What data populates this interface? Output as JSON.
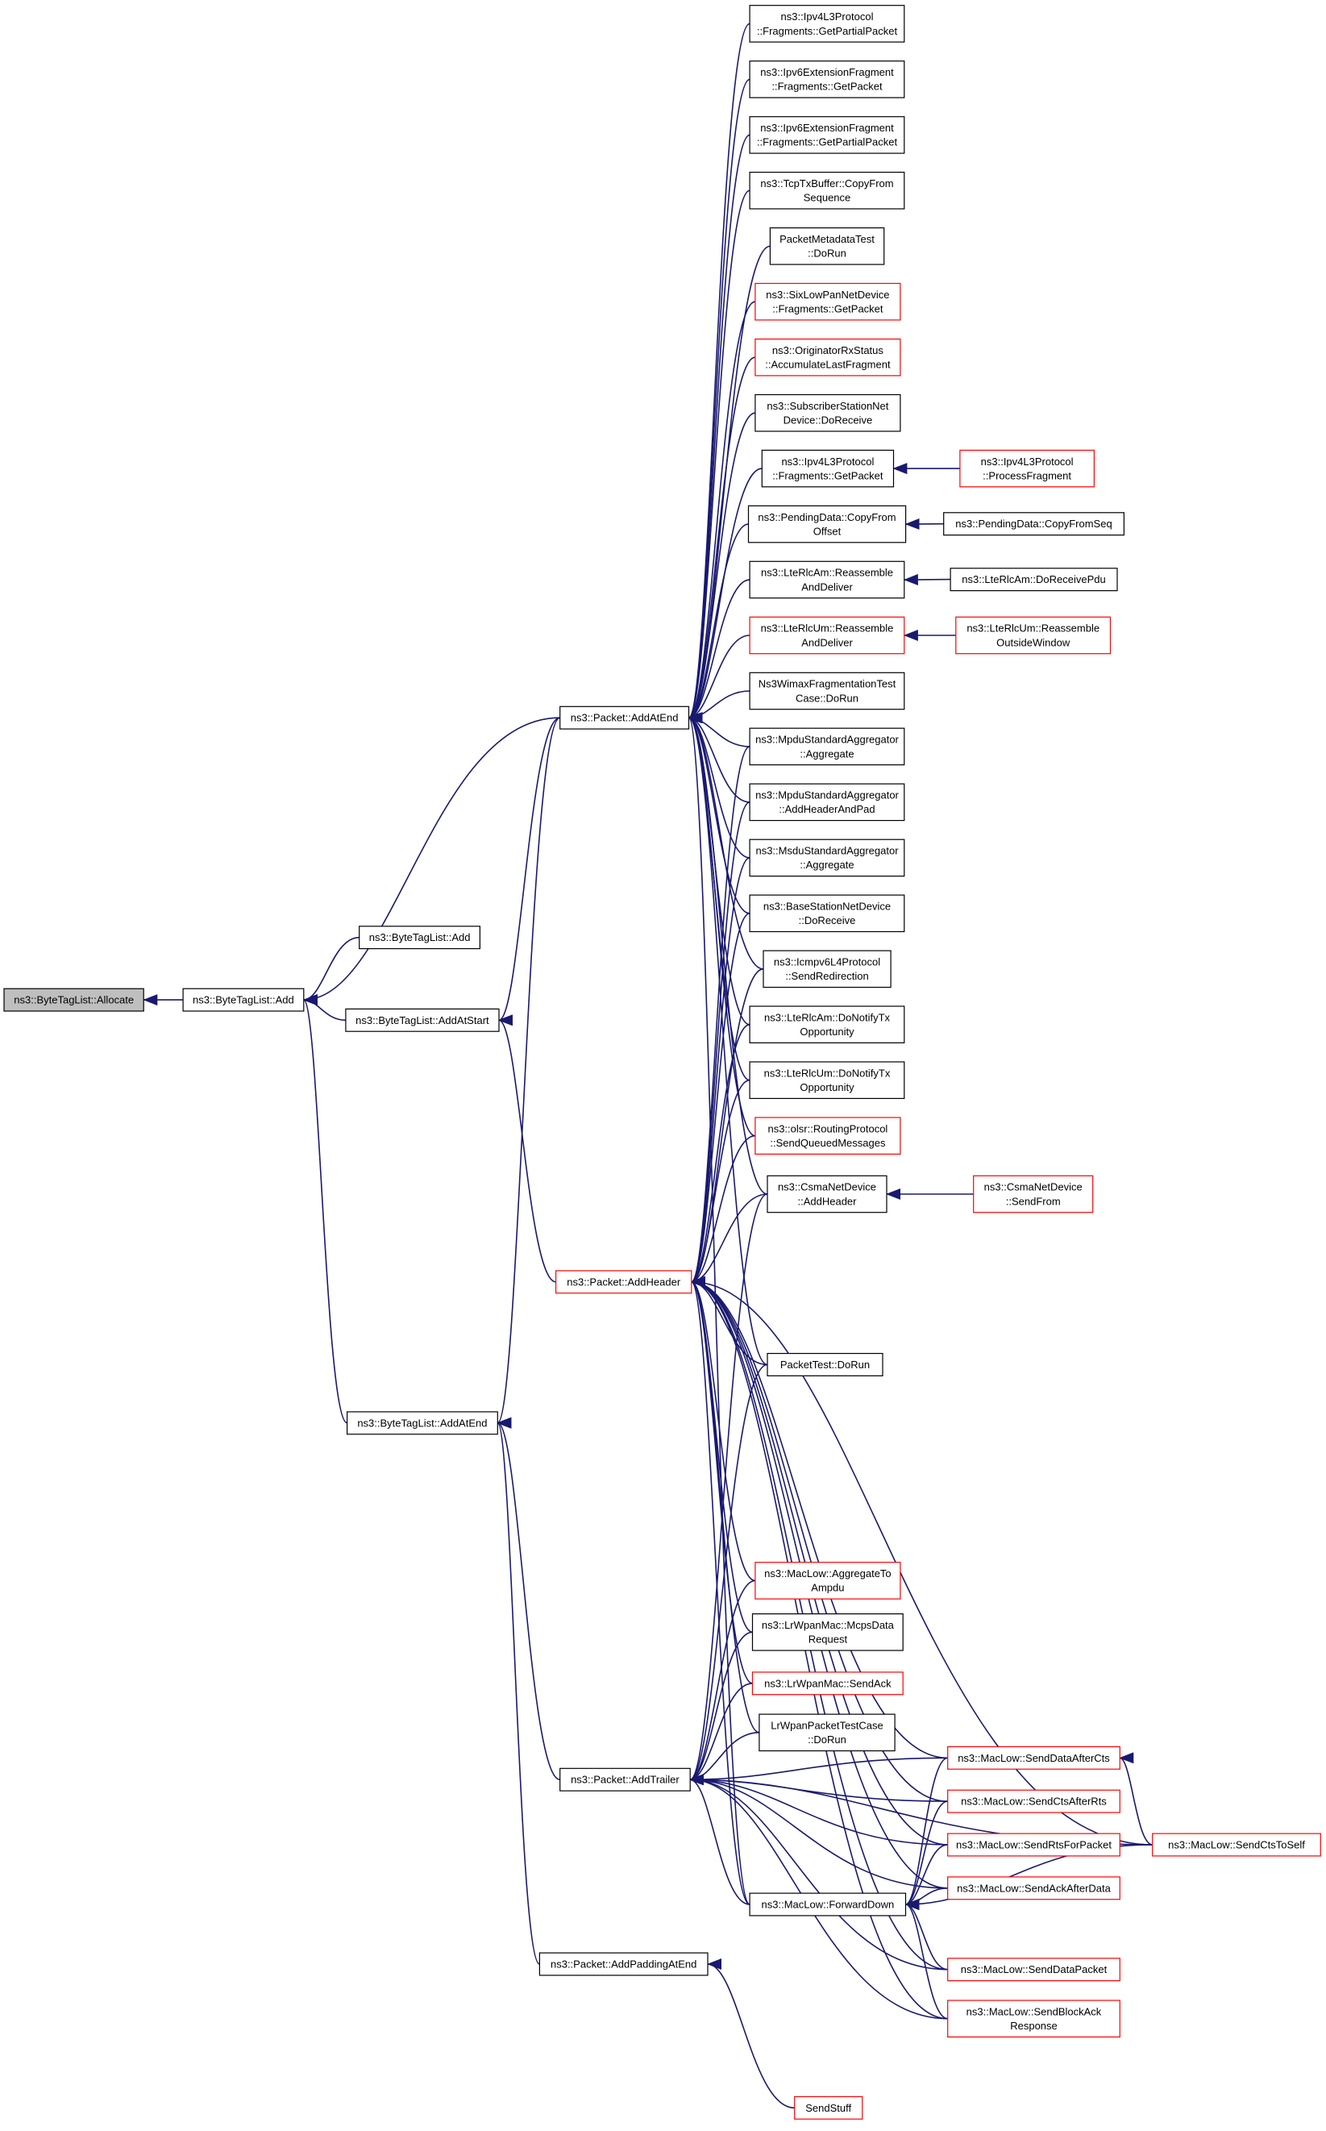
{
  "colors": {
    "edge": "#191970",
    "border_normal": "#000000",
    "border_truncated": "#ff0000",
    "fill_focus": "#bfbfbf",
    "fill_node": "#ffffff"
  },
  "nodes": {
    "allocate": {
      "lines": [
        "ns3::ByteTagList::Allocate"
      ],
      "style": "focus"
    },
    "btl_add": {
      "lines": [
        "ns3::ByteTagList::Add"
      ],
      "style": "normal"
    },
    "btl_add2": {
      "lines": [
        "ns3::ByteTagList::Add"
      ],
      "style": "normal"
    },
    "btl_addatstart": {
      "lines": [
        "ns3::ByteTagList::AddAtStart"
      ],
      "style": "normal"
    },
    "btl_addatend": {
      "lines": [
        "ns3::ByteTagList::AddAtEnd"
      ],
      "style": "normal"
    },
    "pkt_addatend": {
      "lines": [
        "ns3::Packet::AddAtEnd"
      ],
      "style": "normal"
    },
    "pkt_addheader": {
      "lines": [
        "ns3::Packet::AddHeader"
      ],
      "style": "truncated"
    },
    "pkt_addtrailer": {
      "lines": [
        "ns3::Packet::AddTrailer"
      ],
      "style": "normal"
    },
    "pkt_addpadding": {
      "lines": [
        "ns3::Packet::AddPaddingAtEnd"
      ],
      "style": "normal"
    },
    "ipv4_frag_getpartial": {
      "lines": [
        "ns3::Ipv4L3Protocol",
        "::Fragments::GetPartialPacket"
      ],
      "style": "normal"
    },
    "ipv6_frag_get": {
      "lines": [
        "ns3::Ipv6ExtensionFragment",
        "::Fragments::GetPacket"
      ],
      "style": "normal"
    },
    "ipv6_frag_getpartial": {
      "lines": [
        "ns3::Ipv6ExtensionFragment",
        "::Fragments::GetPartialPacket"
      ],
      "style": "normal"
    },
    "tcptx_copyfrom": {
      "lines": [
        "ns3::TcpTxBuffer::CopyFrom",
        "Sequence"
      ],
      "style": "normal"
    },
    "pktmeta_dorun": {
      "lines": [
        "PacketMetadataTest",
        "::DoRun"
      ],
      "style": "normal"
    },
    "sixlowpan_get": {
      "lines": [
        "ns3::SixLowPanNetDevice",
        "::Fragments::GetPacket"
      ],
      "style": "truncated"
    },
    "originator_acc": {
      "lines": [
        "ns3::OriginatorRxStatus",
        "::AccumulateLastFragment"
      ],
      "style": "truncated"
    },
    "subscriber_recv": {
      "lines": [
        "ns3::SubscriberStationNet",
        "Device::DoReceive"
      ],
      "style": "normal"
    },
    "ipv4_frag_get": {
      "lines": [
        "ns3::Ipv4L3Protocol",
        "::Fragments::GetPacket"
      ],
      "style": "normal"
    },
    "ipv4_processfrag": {
      "lines": [
        "ns3::Ipv4L3Protocol",
        "::ProcessFragment"
      ],
      "style": "truncated"
    },
    "pending_copyfromoffset": {
      "lines": [
        "ns3::PendingData::CopyFrom",
        "Offset"
      ],
      "style": "normal"
    },
    "pending_copyfromseq": {
      "lines": [
        "ns3::PendingData::CopyFromSeq"
      ],
      "style": "normal"
    },
    "rlcam_reassemble": {
      "lines": [
        "ns3::LteRlcAm::Reassemble",
        "AndDeliver"
      ],
      "style": "normal"
    },
    "rlcam_doreceive": {
      "lines": [
        "ns3::LteRlcAm::DoReceivePdu"
      ],
      "style": "normal"
    },
    "rlcum_reassemble": {
      "lines": [
        "ns3::LteRlcUm::Reassemble",
        "AndDeliver"
      ],
      "style": "truncated"
    },
    "rlcum_outside": {
      "lines": [
        "ns3::LteRlcUm::Reassemble",
        "OutsideWindow"
      ],
      "style": "truncated"
    },
    "wimaxfrag_dorun": {
      "lines": [
        "Ns3WimaxFragmentationTest",
        "Case::DoRun"
      ],
      "style": "normal"
    },
    "mpdu_aggregate": {
      "lines": [
        "ns3::MpduStandardAggregator",
        "::Aggregate"
      ],
      "style": "normal"
    },
    "mpdu_addheaderpad": {
      "lines": [
        "ns3::MpduStandardAggregator",
        "::AddHeaderAndPad"
      ],
      "style": "normal"
    },
    "msdu_aggregate": {
      "lines": [
        "ns3::MsduStandardAggregator",
        "::Aggregate"
      ],
      "style": "normal"
    },
    "basestation_recv": {
      "lines": [
        "ns3::BaseStationNetDevice",
        "::DoReceive"
      ],
      "style": "normal"
    },
    "icmpv6_redirect": {
      "lines": [
        "ns3::Icmpv6L4Protocol",
        "::SendRedirection"
      ],
      "style": "normal"
    },
    "rlcam_notify": {
      "lines": [
        "ns3::LteRlcAm::DoNotifyTx",
        "Opportunity"
      ],
      "style": "normal"
    },
    "rlcum_notify": {
      "lines": [
        "ns3::LteRlcUm::DoNotifyTx",
        "Opportunity"
      ],
      "style": "normal"
    },
    "olsr_send": {
      "lines": [
        "ns3::olsr::RoutingProtocol",
        "::SendQueuedMessages"
      ],
      "style": "truncated"
    },
    "csma_addheader": {
      "lines": [
        "ns3::CsmaNetDevice",
        "::AddHeader"
      ],
      "style": "normal"
    },
    "csma_sendfrom": {
      "lines": [
        "ns3::CsmaNetDevice",
        "::SendFrom"
      ],
      "style": "truncated"
    },
    "packettest_dorun": {
      "lines": [
        "PacketTest::DoRun"
      ],
      "style": "normal"
    },
    "maclow_aggregate": {
      "lines": [
        "ns3::MacLow::AggregateTo",
        "Ampdu"
      ],
      "style": "truncated"
    },
    "lrwpan_mcps": {
      "lines": [
        "ns3::LrWpanMac::McpsData",
        "Request"
      ],
      "style": "normal"
    },
    "lrwpan_sendack": {
      "lines": [
        "ns3::LrWpanMac::SendAck"
      ],
      "style": "truncated"
    },
    "lrwpan_pkttest": {
      "lines": [
        "LrWpanPacketTestCase",
        "::DoRun"
      ],
      "style": "normal"
    },
    "maclow_forwarddown": {
      "lines": [
        "ns3::MacLow::ForwardDown"
      ],
      "style": "normal"
    },
    "maclow_dataaftercts": {
      "lines": [
        "ns3::MacLow::SendDataAfterCts"
      ],
      "style": "truncated"
    },
    "maclow_ctsafterrts": {
      "lines": [
        "ns3::MacLow::SendCtsAfterRts"
      ],
      "style": "truncated"
    },
    "maclow_rtsforpkt": {
      "lines": [
        "ns3::MacLow::SendRtsForPacket"
      ],
      "style": "truncated"
    },
    "maclow_ackafterdata": {
      "lines": [
        "ns3::MacLow::SendAckAfterData"
      ],
      "style": "truncated"
    },
    "maclow_datapacket": {
      "lines": [
        "ns3::MacLow::SendDataPacket"
      ],
      "style": "truncated"
    },
    "maclow_blockack": {
      "lines": [
        "ns3::MacLow::SendBlockAck",
        "Response"
      ],
      "style": "truncated"
    },
    "maclow_ctstoself": {
      "lines": [
        "ns3::MacLow::SendCtsToSelf"
      ],
      "style": "truncated"
    },
    "sendstuff": {
      "lines": [
        "SendStuff"
      ],
      "style": "truncated"
    }
  },
  "edges": [
    [
      "btl_add",
      "allocate"
    ],
    [
      "btl_add2",
      "btl_add"
    ],
    [
      "btl_addatstart",
      "btl_add"
    ],
    [
      "btl_addatend",
      "btl_add"
    ],
    [
      "pkt_addatend",
      "btl_add"
    ],
    [
      "pkt_addatend",
      "btl_addatend"
    ],
    [
      "pkt_addatend",
      "btl_addatstart"
    ],
    [
      "pkt_addheader",
      "btl_addatstart"
    ],
    [
      "pkt_addtrailer",
      "btl_addatend"
    ],
    [
      "pkt_addpadding",
      "btl_addatend"
    ],
    [
      "ipv4_frag_getpartial",
      "pkt_addatend"
    ],
    [
      "ipv6_frag_get",
      "pkt_addatend"
    ],
    [
      "ipv6_frag_getpartial",
      "pkt_addatend"
    ],
    [
      "tcptx_copyfrom",
      "pkt_addatend"
    ],
    [
      "pktmeta_dorun",
      "pkt_addatend"
    ],
    [
      "sixlowpan_get",
      "pkt_addatend"
    ],
    [
      "originator_acc",
      "pkt_addatend"
    ],
    [
      "subscriber_recv",
      "pkt_addatend"
    ],
    [
      "ipv4_frag_get",
      "pkt_addatend"
    ],
    [
      "pending_copyfromoffset",
      "pkt_addatend"
    ],
    [
      "rlcam_reassemble",
      "pkt_addatend"
    ],
    [
      "rlcum_reassemble",
      "pkt_addatend"
    ],
    [
      "wimaxfrag_dorun",
      "pkt_addatend"
    ],
    [
      "mpdu_aggregate",
      "pkt_addatend"
    ],
    [
      "mpdu_addheaderpad",
      "pkt_addatend"
    ],
    [
      "msdu_aggregate",
      "pkt_addatend"
    ],
    [
      "basestation_recv",
      "pkt_addatend"
    ],
    [
      "icmpv6_redirect",
      "pkt_addatend"
    ],
    [
      "rlcam_notify",
      "pkt_addatend"
    ],
    [
      "rlcum_notify",
      "pkt_addatend"
    ],
    [
      "olsr_send",
      "pkt_addatend"
    ],
    [
      "csma_addheader",
      "pkt_addatend"
    ],
    [
      "packettest_dorun",
      "pkt_addatend"
    ],
    [
      "maclow_forwarddown",
      "pkt_addatend"
    ],
    [
      "ipv4_processfrag",
      "ipv4_frag_get"
    ],
    [
      "pending_copyfromseq",
      "pending_copyfromoffset"
    ],
    [
      "rlcam_doreceive",
      "rlcam_reassemble"
    ],
    [
      "rlcum_outside",
      "rlcum_reassemble"
    ],
    [
      "csma_sendfrom",
      "csma_addheader"
    ],
    [
      "mpdu_aggregate",
      "pkt_addheader"
    ],
    [
      "mpdu_addheaderpad",
      "pkt_addheader"
    ],
    [
      "msdu_aggregate",
      "pkt_addheader"
    ],
    [
      "basestation_recv",
      "pkt_addheader"
    ],
    [
      "icmpv6_redirect",
      "pkt_addheader"
    ],
    [
      "rlcam_notify",
      "pkt_addheader"
    ],
    [
      "rlcum_notify",
      "pkt_addheader"
    ],
    [
      "olsr_send",
      "pkt_addheader"
    ],
    [
      "csma_addheader",
      "pkt_addheader"
    ],
    [
      "packettest_dorun",
      "pkt_addheader"
    ],
    [
      "maclow_aggregate",
      "pkt_addheader"
    ],
    [
      "lrwpan_mcps",
      "pkt_addheader"
    ],
    [
      "lrwpan_sendack",
      "pkt_addheader"
    ],
    [
      "lrwpan_pkttest",
      "pkt_addheader"
    ],
    [
      "maclow_forwarddown",
      "pkt_addheader"
    ],
    [
      "maclow_dataaftercts",
      "pkt_addheader"
    ],
    [
      "maclow_ctsafterrts",
      "pkt_addheader"
    ],
    [
      "maclow_rtsforpkt",
      "pkt_addheader"
    ],
    [
      "maclow_ackafterdata",
      "pkt_addheader"
    ],
    [
      "maclow_datapacket",
      "pkt_addheader"
    ],
    [
      "maclow_blockack",
      "pkt_addheader"
    ],
    [
      "maclow_ctstoself",
      "pkt_addheader"
    ],
    [
      "csma_addheader",
      "pkt_addtrailer"
    ],
    [
      "packettest_dorun",
      "pkt_addtrailer"
    ],
    [
      "maclow_aggregate",
      "pkt_addtrailer"
    ],
    [
      "lrwpan_mcps",
      "pkt_addtrailer"
    ],
    [
      "lrwpan_sendack",
      "pkt_addtrailer"
    ],
    [
      "lrwpan_pkttest",
      "pkt_addtrailer"
    ],
    [
      "maclow_forwarddown",
      "pkt_addtrailer"
    ],
    [
      "maclow_dataaftercts",
      "pkt_addtrailer"
    ],
    [
      "maclow_ctsafterrts",
      "pkt_addtrailer"
    ],
    [
      "maclow_rtsforpkt",
      "pkt_addtrailer"
    ],
    [
      "maclow_ackafterdata",
      "pkt_addtrailer"
    ],
    [
      "maclow_datapacket",
      "pkt_addtrailer"
    ],
    [
      "maclow_blockack",
      "pkt_addtrailer"
    ],
    [
      "maclow_ctstoself",
      "pkt_addtrailer"
    ],
    [
      "maclow_dataaftercts",
      "maclow_forwarddown"
    ],
    [
      "maclow_ctsafterrts",
      "maclow_forwarddown"
    ],
    [
      "maclow_rtsforpkt",
      "maclow_forwarddown"
    ],
    [
      "maclow_ackafterdata",
      "maclow_forwarddown"
    ],
    [
      "maclow_datapacket",
      "maclow_forwarddown"
    ],
    [
      "maclow_blockack",
      "maclow_forwarddown"
    ],
    [
      "maclow_ctstoself",
      "maclow_forwarddown"
    ],
    [
      "maclow_ctstoself",
      "maclow_dataaftercts"
    ],
    [
      "sendstuff",
      "pkt_addpadding"
    ]
  ]
}
